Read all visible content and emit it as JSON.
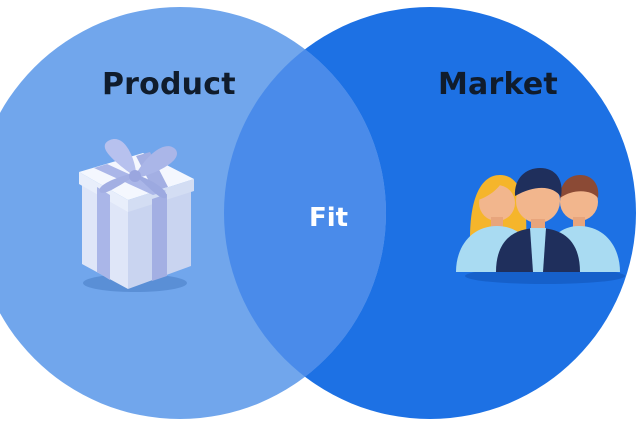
{
  "diagram": {
    "left_circle": {
      "label": "Product",
      "icon": "gift-box-icon",
      "color": "#71a6ec"
    },
    "right_circle": {
      "label": "Market",
      "icon": "people-group-icon",
      "color": "#1d71e4"
    },
    "overlap": {
      "label": "Fit",
      "color": "#4a8bea"
    },
    "label_color": "#101c2c"
  }
}
